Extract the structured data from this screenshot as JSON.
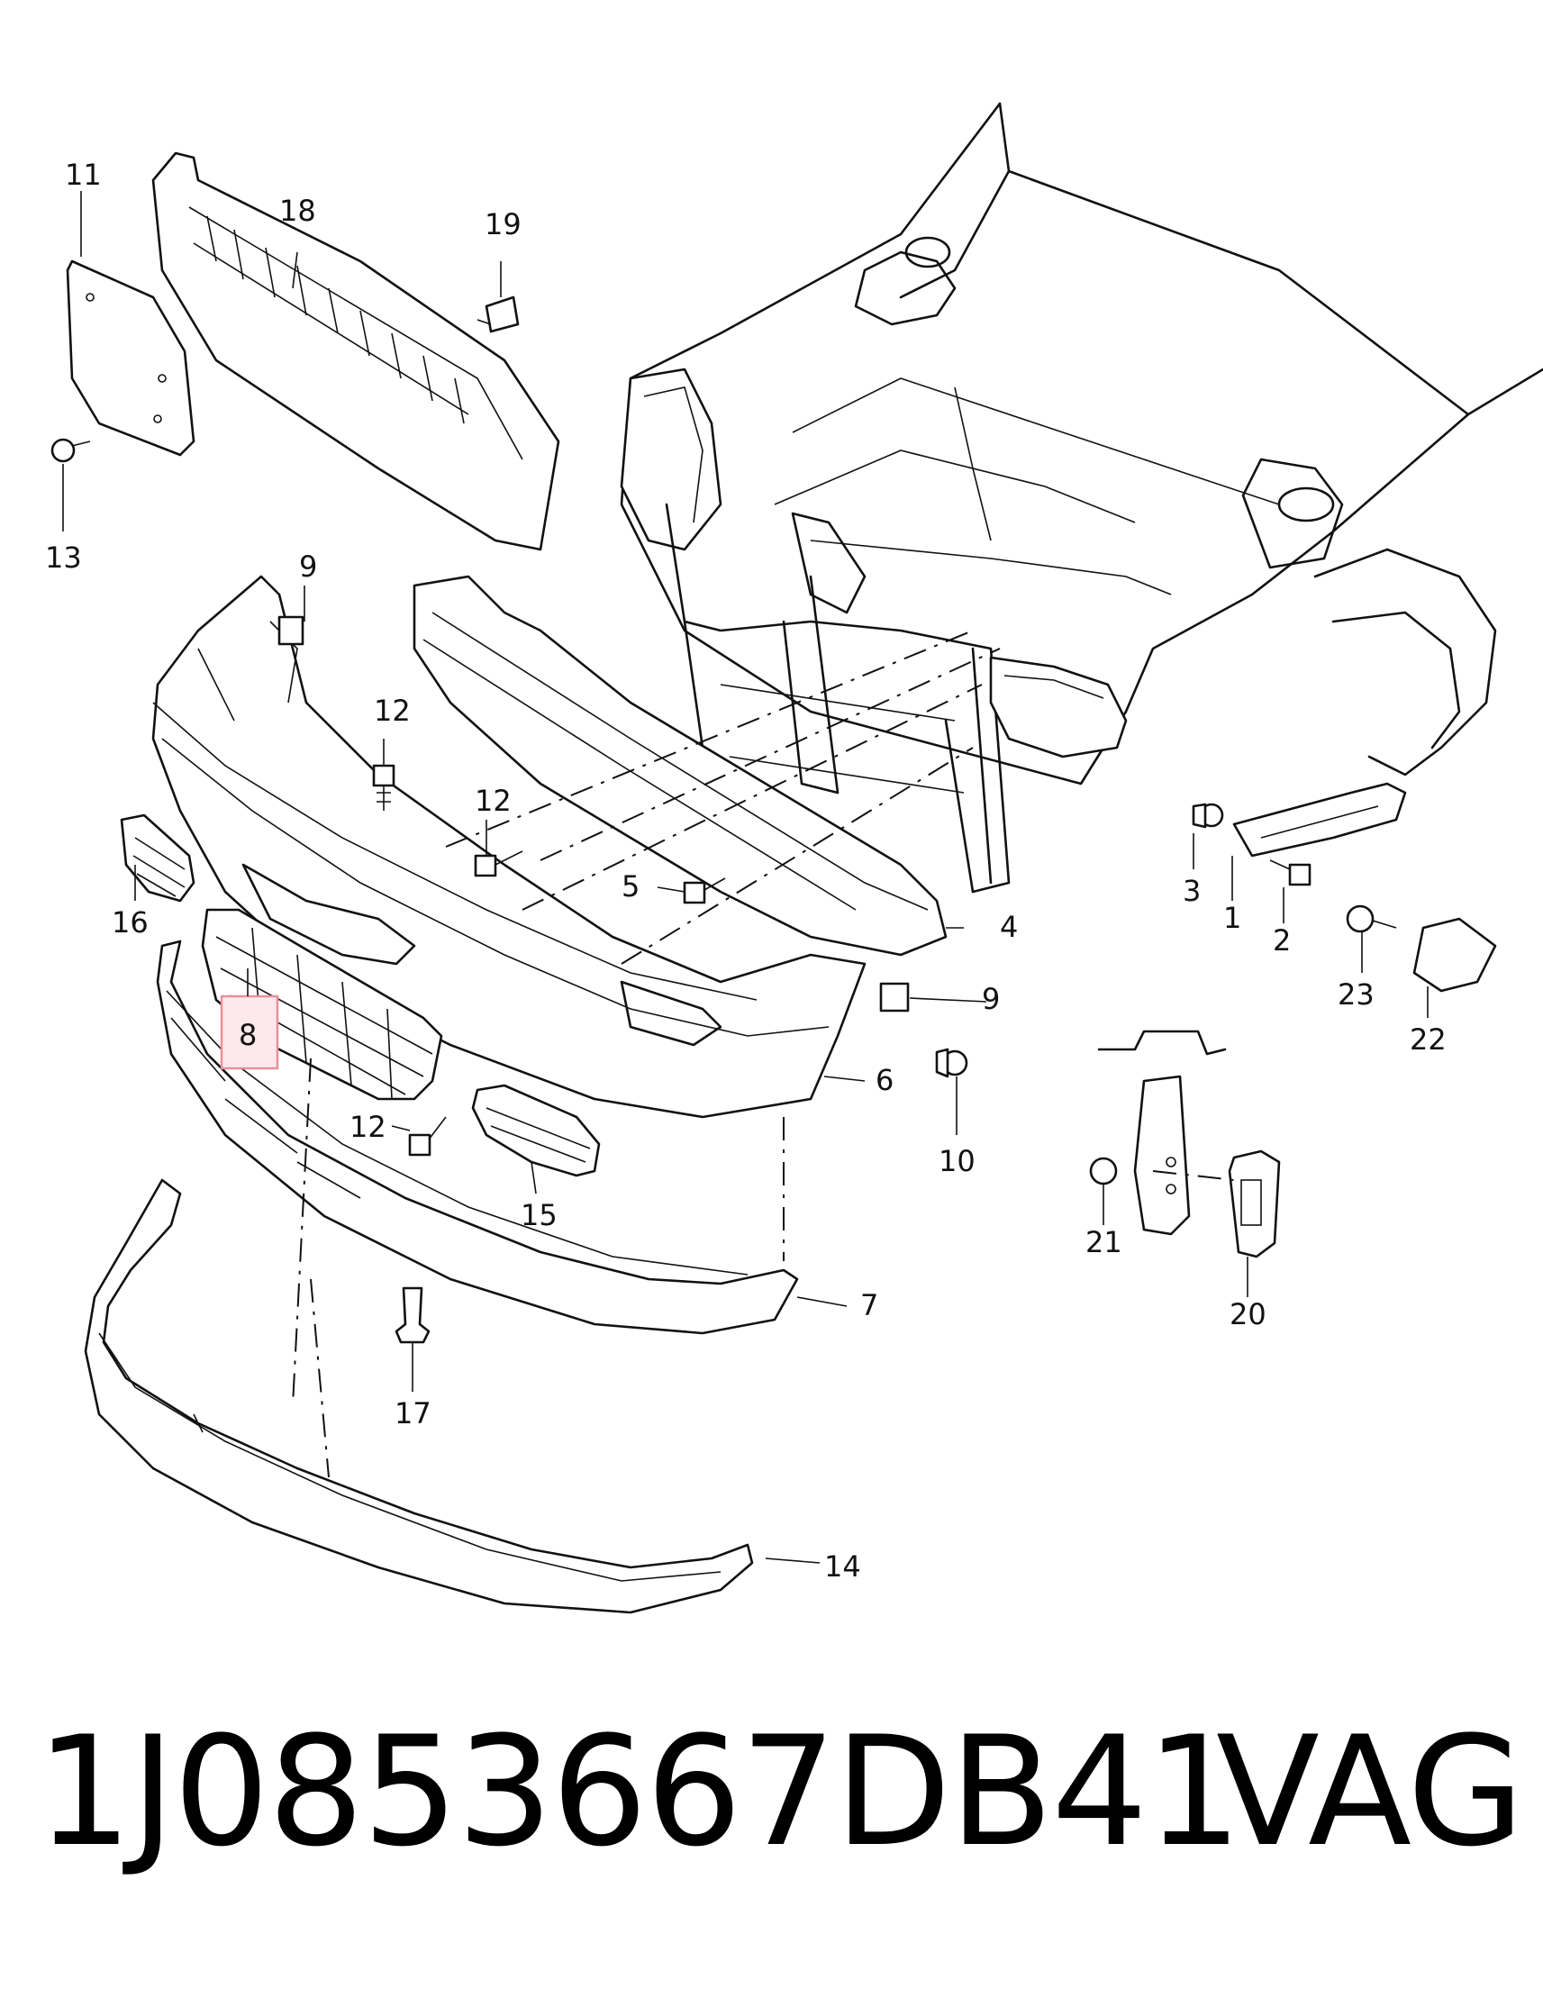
{
  "caption": {
    "part_number": "1J0853667DB41",
    "brand": "VAG"
  },
  "highlight": {
    "callout": "8",
    "color": "#e8909a",
    "fill": "#fde8ec"
  },
  "callouts": {
    "c1": "1",
    "c2": "2",
    "c3": "3",
    "c4": "4",
    "c5": "5",
    "c6": "6",
    "c7": "7",
    "c9a": "9",
    "c9b": "9",
    "c10": "10",
    "c11": "11",
    "c12a": "12",
    "c12b": "12",
    "c12c": "12",
    "c13": "13",
    "c14": "14",
    "c15": "15",
    "c16": "16",
    "c17": "17",
    "c18": "18",
    "c19": "19",
    "c20": "20",
    "c21": "21",
    "c22": "22",
    "c23": "23"
  }
}
